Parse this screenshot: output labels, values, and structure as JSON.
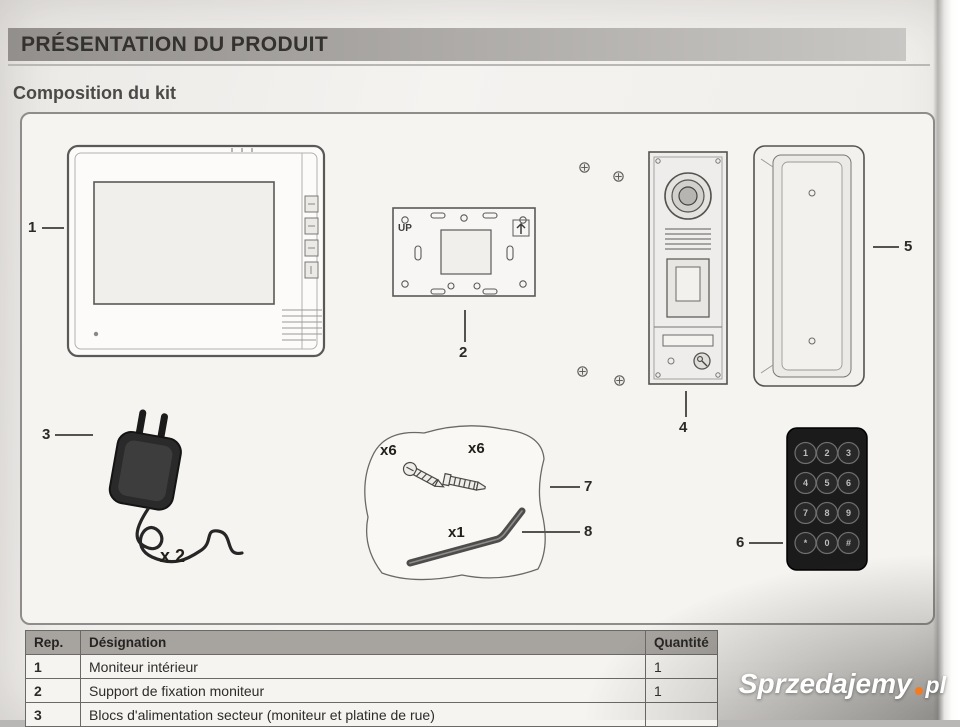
{
  "page": {
    "title": "PRÉSENTATION DU PRODUIT",
    "subtitle": "Composition du kit"
  },
  "diagram": {
    "callouts": {
      "monitor": "1",
      "bracket": "2",
      "adapter": "3",
      "door_station": "4",
      "rain_cover": "5",
      "keypad": "6",
      "screws": "7",
      "allen_key": "8"
    },
    "bracket_up_label": "UP",
    "adapter_qty": "x 2",
    "screw_qty": "x6",
    "anchor_qty": "x6",
    "allen_qty": "x1",
    "keypad_keys": [
      "1",
      "2",
      "3",
      "4",
      "5",
      "6",
      "7",
      "8",
      "9",
      "*",
      "0",
      "#"
    ]
  },
  "table": {
    "headers": {
      "rep": "Rep.",
      "designation": "Désignation",
      "qty": "Quantité"
    },
    "rows": [
      {
        "rep": "1",
        "designation": "Moniteur intérieur",
        "qty": "1"
      },
      {
        "rep": "2",
        "designation": "Support de fixation moniteur",
        "qty": "1"
      },
      {
        "rep": "3",
        "designation": "Blocs d'alimentation secteur (moniteur et platine de rue)",
        "qty": ""
      }
    ]
  },
  "watermark": {
    "name": "Sprzedajemy",
    "tld": "pl"
  }
}
